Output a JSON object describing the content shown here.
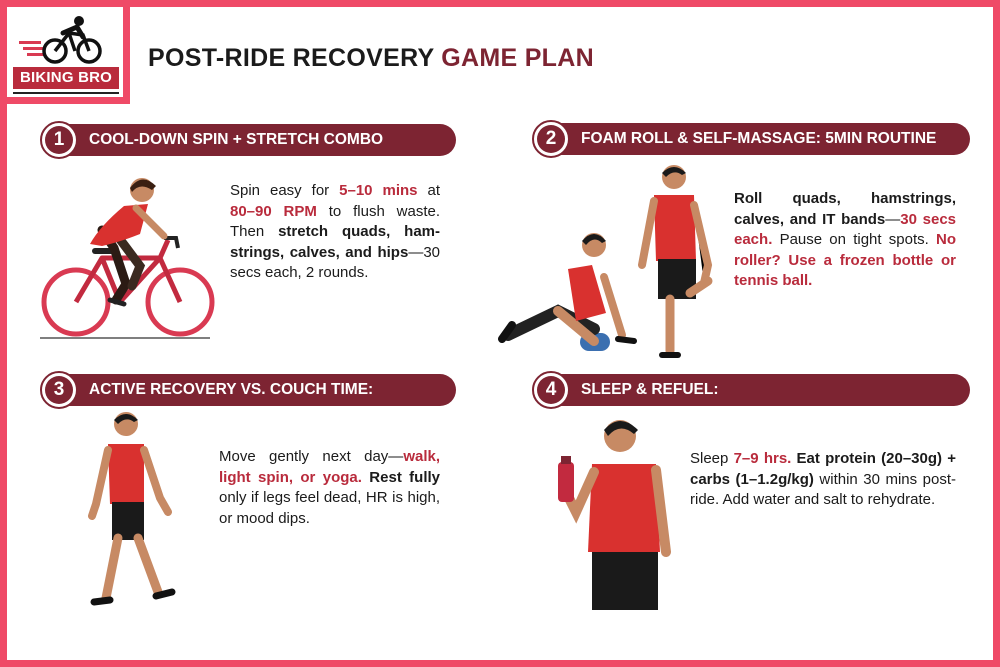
{
  "brand": {
    "name": "BIKING BRO"
  },
  "title": {
    "main": "POST-RIDE RECOVERY",
    "accent": "GAME PLAN"
  },
  "colors": {
    "maroon": "#7d2432",
    "pink_border": "#ef4a67",
    "red_highlight": "#b92b3c",
    "text": "#1b1b1b"
  },
  "sections": [
    {
      "number": "1",
      "heading": "COOL-DOWN SPIN + STRETCH COMBO",
      "icon": "cyclist-illustration",
      "body": [
        {
          "t": "Spin easy for ",
          "s": "n"
        },
        {
          "t": "5–10 mins",
          "s": "r"
        },
        {
          "t": " at ",
          "s": "n"
        },
        {
          "t": "80–90 RPM",
          "s": "r"
        },
        {
          "t": " to flush waste. Then ",
          "s": "n"
        },
        {
          "t": "stretch quads, ham-strings, calves, and hips",
          "s": "b"
        },
        {
          "t": "—30 secs each, 2 rounds.",
          "s": "n"
        }
      ]
    },
    {
      "number": "2",
      "heading": "FOAM ROLL & SELF-MASSAGE: 5MIN ROUTINE",
      "icon": "foam-roll-stretch-illustration",
      "body": [
        {
          "t": "Roll quads, hamstrings, calves, and IT bands",
          "s": "b"
        },
        {
          "t": "—",
          "s": "n"
        },
        {
          "t": "30 secs each.",
          "s": "r"
        },
        {
          "t": " Pause on tight spots. ",
          "s": "n"
        },
        {
          "t": "No roller? Use a frozen bottle or tennis ball.",
          "s": "r"
        }
      ]
    },
    {
      "number": "3",
      "heading": "ACTIVE RECOVERY VS. COUCH TIME:",
      "icon": "walking-person-illustration",
      "body": [
        {
          "t": "Move gently next day—",
          "s": "n"
        },
        {
          "t": "walk, light spin, or yoga.",
          "s": "r"
        },
        {
          "t": " ",
          "s": "n"
        },
        {
          "t": "Rest fully",
          "s": "b"
        },
        {
          "t": " only if legs feel dead, HR is high, or mood dips.",
          "s": "n"
        }
      ]
    },
    {
      "number": "4",
      "heading": "SLEEP & REFUEL:",
      "icon": "drinking-person-illustration",
      "body": [
        {
          "t": "Sleep ",
          "s": "n"
        },
        {
          "t": "7–9 hrs.",
          "s": "r"
        },
        {
          "t": " ",
          "s": "n"
        },
        {
          "t": "Eat protein (20–30g) + carbs (1–1.2g/kg)",
          "s": "b"
        },
        {
          "t": " within 30 mins post-ride. Add water and salt to rehydrate.",
          "s": "n"
        }
      ]
    }
  ]
}
